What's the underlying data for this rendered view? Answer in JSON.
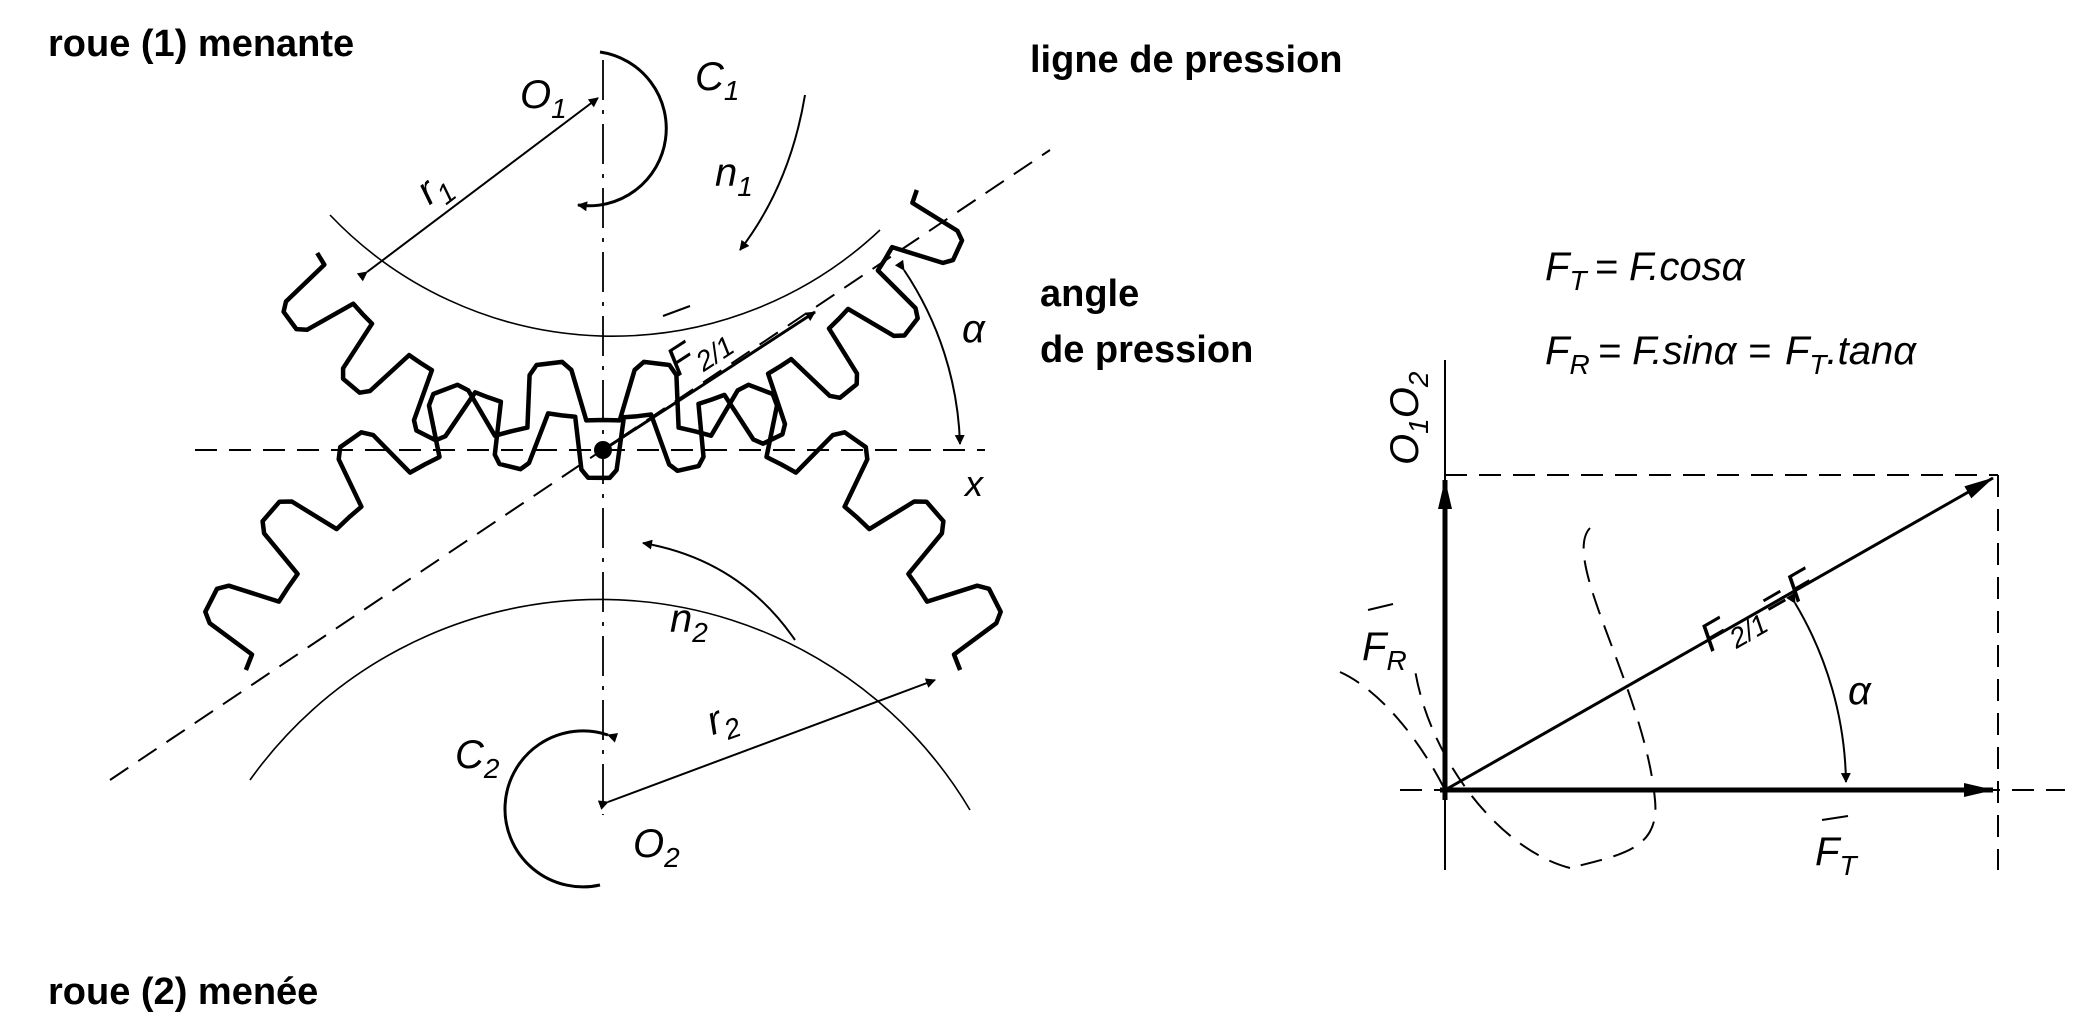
{
  "labels": {
    "wheel1": "roue (1) menante",
    "wheel2": "roue (2) menée",
    "pressure_line": "ligne de pression",
    "pressure_angle_1": "angle",
    "pressure_angle_2": "de pression"
  },
  "symbols": {
    "O1": "O",
    "O1_sub": "1",
    "O2": "O",
    "O2_sub": "2",
    "C1": "C",
    "C1_sub": "1",
    "C2": "C",
    "C2_sub": "2",
    "n1": "n",
    "n1_sub": "1",
    "n2": "n",
    "n2_sub": "2",
    "r1": "r",
    "r1_sub": "1",
    "r2": "r",
    "r2_sub": "2",
    "x": "x",
    "alpha": "α",
    "F21": "F",
    "F21_sub": "2/1",
    "FR": "F",
    "FR_sub": "R",
    "FT": "F",
    "FT_sub": "T",
    "F": "F",
    "O1O2_a": "O",
    "O1O2_a_sub": "1",
    "O1O2_b": "O",
    "O1O2_b_sub": "2",
    "equals": "="
  },
  "formulas": {
    "ft_lhs": "F",
    "ft_lhs_sub": "T",
    "ft_rhs": "= F.cosα",
    "fr_lhs": "F",
    "fr_lhs_sub": "R",
    "fr_mid": "= F.sinα =",
    "fr_rhs": "F",
    "fr_rhs_sub": "T",
    "fr_tail": ".tanα"
  },
  "colors": {
    "ink": "#000000",
    "paper": "#ffffff"
  }
}
